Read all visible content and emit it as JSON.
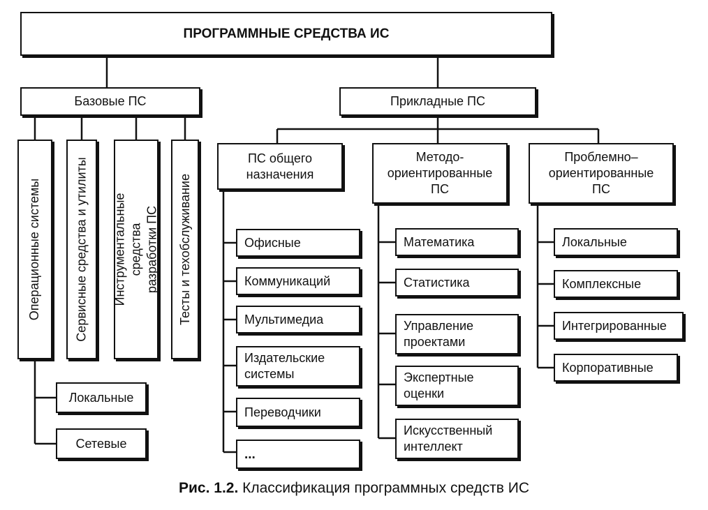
{
  "root": "ПРОГРАММНЫЕ СРЕДСТВА ИС",
  "base": {
    "label": "Базовые ПС",
    "columns": [
      "Операционные системы",
      "Сервисные средства и утилиты",
      "Инструментальные средства\nразработки ПС",
      "Тесты и техобслуживание"
    ],
    "os_children": [
      "Локальные",
      "Сетевые"
    ]
  },
  "applied": {
    "label": "Прикладные ПС",
    "general": {
      "label": "ПС общего\nназначения",
      "items": [
        "Офисные",
        "Коммуникаций",
        "Мультимедиа",
        "Издательские\nсистемы",
        "Переводчики",
        "..."
      ]
    },
    "method": {
      "label": "Методо-\nориентированные\nПС",
      "items": [
        "Математика",
        "Статистика",
        "Управление\nпроектами",
        "Экспертные\nоценки",
        "Искусственный\nинтеллект"
      ]
    },
    "problem": {
      "label": "Проблемно–\nориентированные\nПС",
      "items": [
        "Локальные",
        "Комплексные",
        "Интегрированные",
        "Корпоративные"
      ]
    }
  },
  "caption": {
    "prefix": "Рис. 1.2.",
    "text": " Классификация программных средств ИС"
  }
}
